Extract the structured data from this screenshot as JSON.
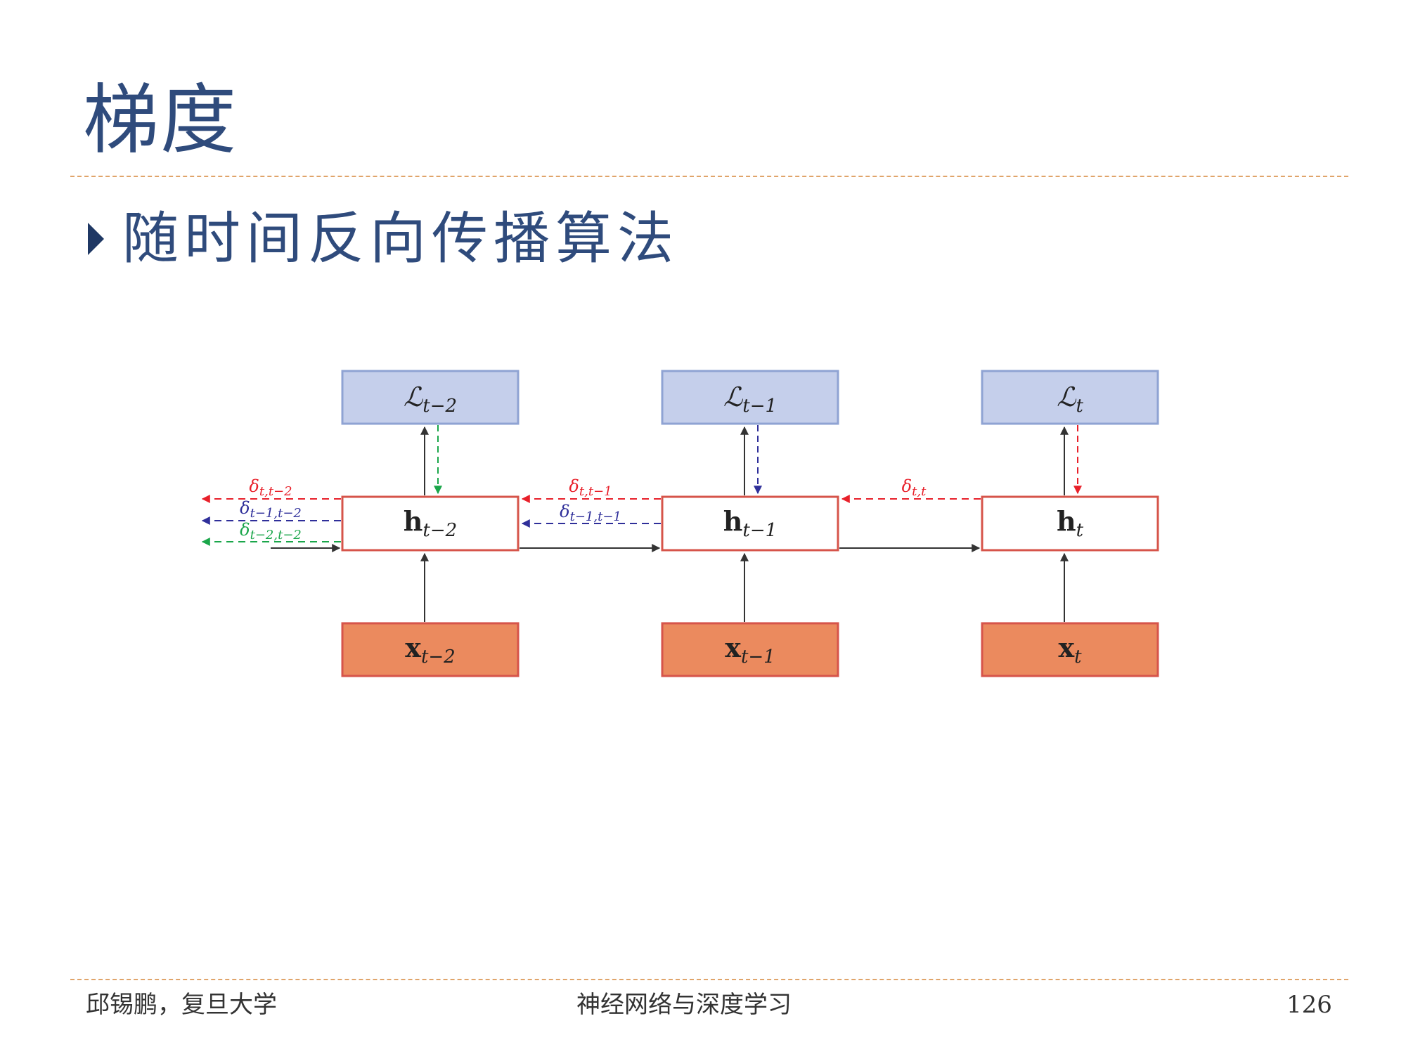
{
  "slide": {
    "title": "梯度",
    "bullet": "随时间反向传播算法"
  },
  "diagram": {
    "loss_nodes": [
      {
        "base": "ℒ",
        "sub": "t−2"
      },
      {
        "base": "ℒ",
        "sub": "t−1"
      },
      {
        "base": "ℒ",
        "sub": "t"
      }
    ],
    "hidden_nodes": [
      {
        "base": "h",
        "sub": "t−2"
      },
      {
        "base": "h",
        "sub": "t−1"
      },
      {
        "base": "h",
        "sub": "t"
      }
    ],
    "input_nodes": [
      {
        "base": "x",
        "sub": "t−2"
      },
      {
        "base": "x",
        "sub": "t−1"
      },
      {
        "base": "x",
        "sub": "t"
      }
    ],
    "delta_labels": {
      "d_t_t": {
        "base": "δ",
        "sub": "t,t"
      },
      "d_t_t1": {
        "base": "δ",
        "sub": "t,t−1"
      },
      "d_t1_t1": {
        "base": "δ",
        "sub": "t−1,t−1"
      },
      "d_t_t2": {
        "base": "δ",
        "sub": "t,t−2"
      },
      "d_t1_t2": {
        "base": "δ",
        "sub": "t−1,t−2"
      },
      "d_t2_t2": {
        "base": "δ",
        "sub": "t−2,t−2"
      }
    }
  },
  "colors": {
    "title": "#2f4b7c",
    "loss_fill": "#c5cfeb",
    "loss_stroke": "#8fa3d3",
    "hidden_stroke": "#d6544a",
    "input_fill": "#eb8a5e",
    "input_stroke": "#d6544a",
    "grad_red": "#e8202a",
    "grad_blue": "#2f2f9a",
    "grad_green": "#1aa64a",
    "rule": "#e0a46a"
  },
  "footer": {
    "left": "邱锡鹏，复旦大学",
    "center": "神经网络与深度学习",
    "page": "126"
  }
}
